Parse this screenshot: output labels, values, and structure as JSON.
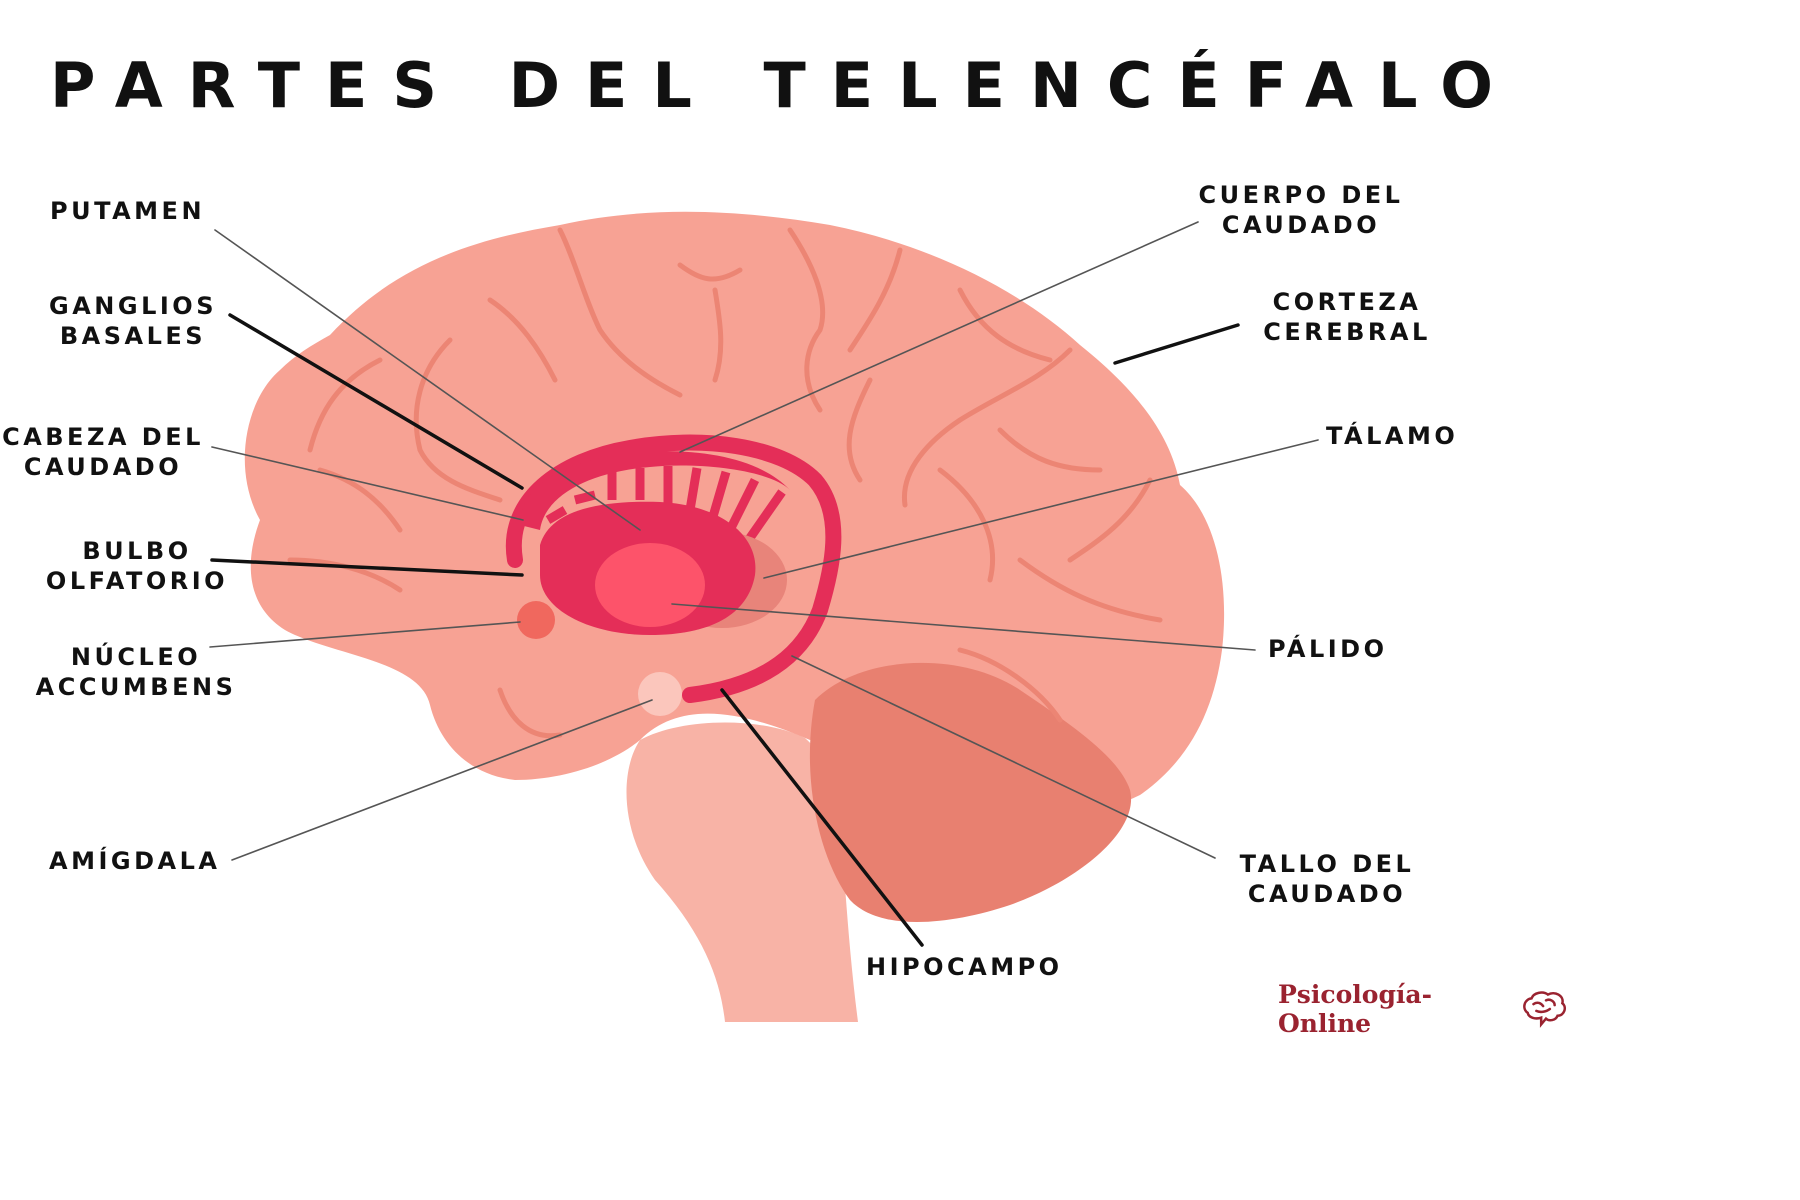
{
  "title": "PARTES DEL TELENCÉFALO",
  "labels": {
    "putamen": {
      "lines": [
        "PUTAMEN"
      ]
    },
    "ganglios_basales": {
      "lines": [
        "GANGLIOS",
        "BASALES"
      ]
    },
    "cabeza_caudado": {
      "lines": [
        "CABEZA DEL",
        "CAUDADO"
      ]
    },
    "bulbo_olfatorio": {
      "lines": [
        "BULBO",
        "OLFATORIO"
      ]
    },
    "nucleo_accumbens": {
      "lines": [
        "NÚCLEO",
        "ACCUMBENS"
      ]
    },
    "amigdala": {
      "lines": [
        "AMÍGDALA"
      ]
    },
    "hipocampo": {
      "lines": [
        "HIPOCAMPO"
      ]
    },
    "tallo_caudado": {
      "lines": [
        "TALLO DEL",
        "CAUDADO"
      ]
    },
    "palido": {
      "lines": [
        "PÁLIDO"
      ]
    },
    "talamo": {
      "lines": [
        "TÁLAMO"
      ]
    },
    "corteza_cerebral": {
      "lines": [
        "CORTEZA",
        "CEREBRAL"
      ]
    },
    "cuerpo_caudado": {
      "lines": [
        "CUERPO DEL",
        "CAUDADO"
      ]
    }
  },
  "brand": {
    "text": "Psicología-Online",
    "icon": "brain-logo-icon"
  },
  "colors": {
    "cerebrum": "#f7a294",
    "brainstem": "#f8b3a6",
    "cerebellum": "#e88070",
    "caudate": "#e42e58",
    "pallidus": "#fd536a",
    "thalamus": "#e8847a",
    "accumbens": "#f0685e",
    "amygdala": "#fbc6bc",
    "sulci": "#ec8574",
    "brand": "#9a2330"
  }
}
